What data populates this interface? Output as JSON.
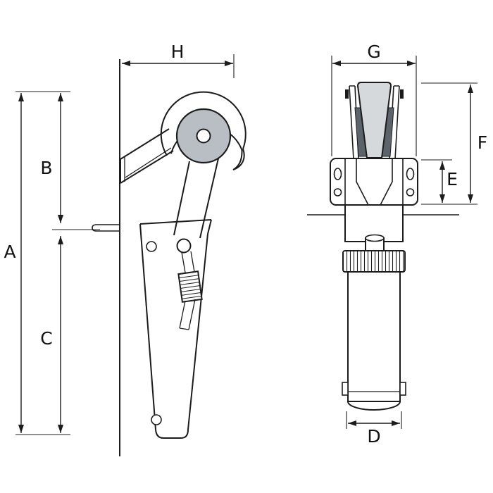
{
  "labels": {
    "A": "A",
    "B": "B",
    "C": "C",
    "D": "D",
    "E": "E",
    "F": "F",
    "G": "G",
    "H": "H"
  },
  "colors": {
    "background": "#ffffff",
    "line": "#1c1c1c",
    "roller_fill": "#b9bec4",
    "wedge_fill": "#d6d9dc",
    "pad_fill": "#5d636a"
  }
}
